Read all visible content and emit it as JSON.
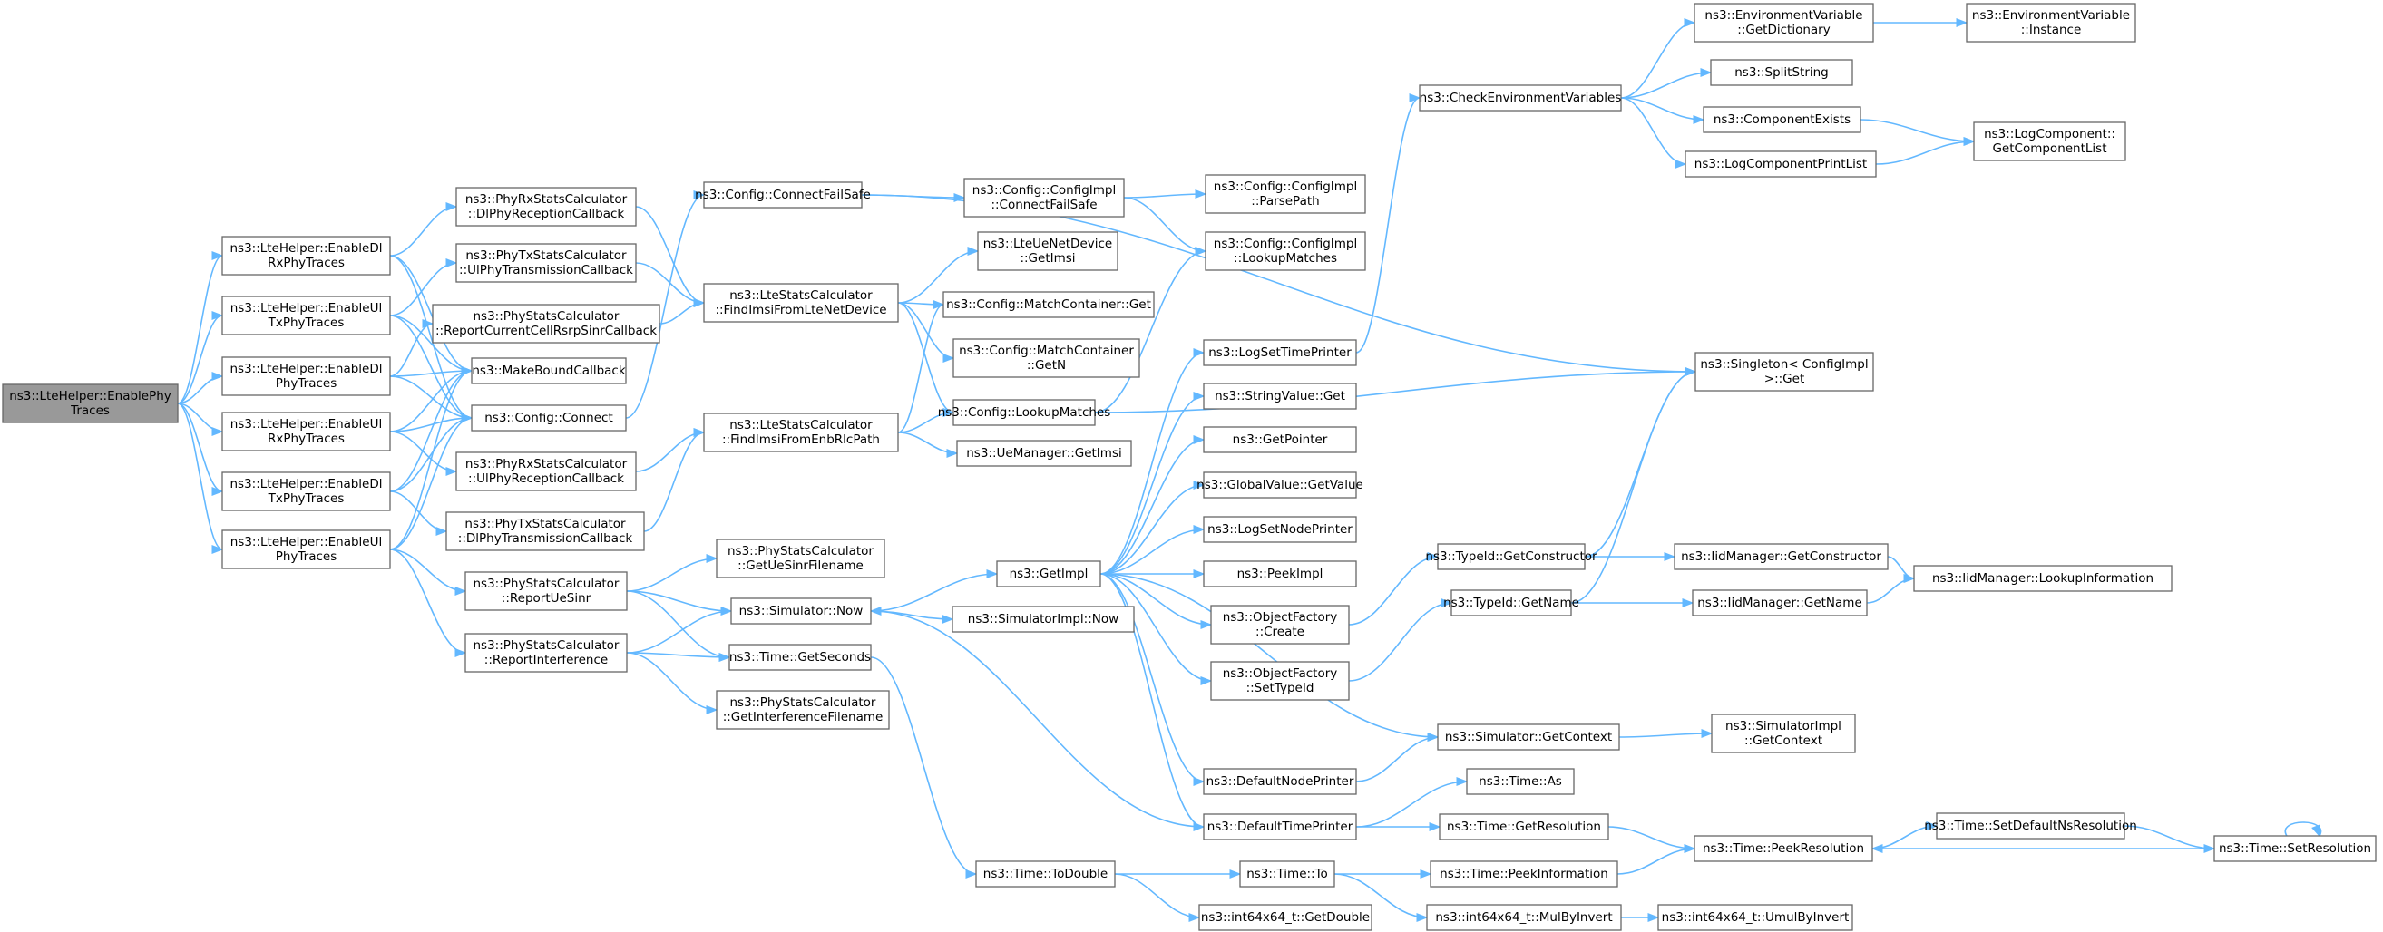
{
  "graph": {
    "nodes": [
      {
        "id": "n0",
        "lines": [
          "ns3::LteHelper::EnablePhy",
          "Traces"
        ],
        "root": true
      },
      {
        "id": "n1",
        "lines": [
          "ns3::LteHelper::EnableDl",
          "RxPhyTraces"
        ]
      },
      {
        "id": "n2",
        "lines": [
          "ns3::LteHelper::EnableUl",
          "TxPhyTraces"
        ]
      },
      {
        "id": "n3",
        "lines": [
          "ns3::LteHelper::EnableDl",
          "PhyTraces"
        ]
      },
      {
        "id": "n4",
        "lines": [
          "ns3::LteHelper::EnableUl",
          "RxPhyTraces"
        ]
      },
      {
        "id": "n5",
        "lines": [
          "ns3::LteHelper::EnableDl",
          "TxPhyTraces"
        ]
      },
      {
        "id": "n6",
        "lines": [
          "ns3::LteHelper::EnableUl",
          "PhyTraces"
        ]
      },
      {
        "id": "n7",
        "lines": [
          "ns3::PhyRxStatsCalculator",
          "::DlPhyReceptionCallback"
        ]
      },
      {
        "id": "n8",
        "lines": [
          "ns3::PhyTxStatsCalculator",
          "::UlPhyTransmissionCallback"
        ]
      },
      {
        "id": "n9",
        "lines": [
          "ns3::PhyStatsCalculator",
          "::ReportCurrentCellRsrpSinrCallback"
        ]
      },
      {
        "id": "n10",
        "lines": [
          "ns3::MakeBoundCallback"
        ]
      },
      {
        "id": "n11",
        "lines": [
          "ns3::Config::Connect"
        ]
      },
      {
        "id": "n12",
        "lines": [
          "ns3::PhyRxStatsCalculator",
          "::UlPhyReceptionCallback"
        ]
      },
      {
        "id": "n13",
        "lines": [
          "ns3::PhyTxStatsCalculator",
          "::DlPhyTransmissionCallback"
        ]
      },
      {
        "id": "n14",
        "lines": [
          "ns3::PhyStatsCalculator",
          "::ReportUeSinr"
        ]
      },
      {
        "id": "n15",
        "lines": [
          "ns3::PhyStatsCalculator",
          "::ReportInterference"
        ]
      },
      {
        "id": "n16",
        "lines": [
          "ns3::Config::ConnectFailSafe"
        ]
      },
      {
        "id": "n17",
        "lines": [
          "ns3::LteStatsCalculator",
          "::FindImsiFromLteNetDevice"
        ]
      },
      {
        "id": "n18",
        "lines": [
          "ns3::LteStatsCalculator",
          "::FindImsiFromEnbRlcPath"
        ]
      },
      {
        "id": "n19",
        "lines": [
          "ns3::PhyStatsCalculator",
          "::GetUeSinrFilename"
        ]
      },
      {
        "id": "n20",
        "lines": [
          "ns3::Simulator::Now"
        ]
      },
      {
        "id": "n21",
        "lines": [
          "ns3::Time::GetSeconds"
        ]
      },
      {
        "id": "n22",
        "lines": [
          "ns3::PhyStatsCalculator",
          "::GetInterferenceFilename"
        ]
      },
      {
        "id": "n23",
        "lines": [
          "ns3::Config::ConfigImpl",
          "::ConnectFailSafe"
        ]
      },
      {
        "id": "n24",
        "lines": [
          "ns3::LteUeNetDevice",
          "::GetImsi"
        ]
      },
      {
        "id": "n25",
        "lines": [
          "ns3::Config::MatchContainer::Get"
        ]
      },
      {
        "id": "n26",
        "lines": [
          "ns3::Config::MatchContainer",
          "::GetN"
        ]
      },
      {
        "id": "n27",
        "lines": [
          "ns3::Config::LookupMatches"
        ]
      },
      {
        "id": "n28",
        "lines": [
          "ns3::UeManager::GetImsi"
        ]
      },
      {
        "id": "n29",
        "lines": [
          "ns3::GetImpl"
        ]
      },
      {
        "id": "n30",
        "lines": [
          "ns3::SimulatorImpl::Now"
        ]
      },
      {
        "id": "n31",
        "lines": [
          "ns3::Time::ToDouble"
        ]
      },
      {
        "id": "n32",
        "lines": [
          "ns3::Config::ConfigImpl",
          "::ParsePath"
        ]
      },
      {
        "id": "n33",
        "lines": [
          "ns3::Config::ConfigImpl",
          "::LookupMatches"
        ]
      },
      {
        "id": "n34",
        "lines": [
          "ns3::LogSetTimePrinter"
        ]
      },
      {
        "id": "n35",
        "lines": [
          "ns3::StringValue::Get"
        ]
      },
      {
        "id": "n36",
        "lines": [
          "ns3::GetPointer"
        ]
      },
      {
        "id": "n37",
        "lines": [
          "ns3::GlobalValue::GetValue"
        ]
      },
      {
        "id": "n38",
        "lines": [
          "ns3::LogSetNodePrinter"
        ]
      },
      {
        "id": "n39",
        "lines": [
          "ns3::PeekImpl"
        ]
      },
      {
        "id": "n40",
        "lines": [
          "ns3::ObjectFactory",
          "::Create"
        ]
      },
      {
        "id": "n41",
        "lines": [
          "ns3::ObjectFactory",
          "::SetTypeId"
        ]
      },
      {
        "id": "n42",
        "lines": [
          "ns3::DefaultNodePrinter"
        ]
      },
      {
        "id": "n43",
        "lines": [
          "ns3::DefaultTimePrinter"
        ]
      },
      {
        "id": "n44",
        "lines": [
          "ns3::Time::To"
        ]
      },
      {
        "id": "n45",
        "lines": [
          "ns3::int64x64_t::GetDouble"
        ]
      },
      {
        "id": "n46",
        "lines": [
          "ns3::CheckEnvironmentVariables"
        ]
      },
      {
        "id": "n47",
        "lines": [
          "ns3::TypeId::GetConstructor"
        ]
      },
      {
        "id": "n48",
        "lines": [
          "ns3::TypeId::GetName"
        ]
      },
      {
        "id": "n49",
        "lines": [
          "ns3::Simulator::GetContext"
        ]
      },
      {
        "id": "n50",
        "lines": [
          "ns3::Time::As"
        ]
      },
      {
        "id": "n51",
        "lines": [
          "ns3::Time::GetResolution"
        ]
      },
      {
        "id": "n52",
        "lines": [
          "ns3::Time::PeekInformation"
        ]
      },
      {
        "id": "n53",
        "lines": [
          "ns3::int64x64_t::MulByInvert"
        ]
      },
      {
        "id": "n54",
        "lines": [
          "ns3::EnvironmentVariable",
          "::GetDictionary"
        ]
      },
      {
        "id": "n55",
        "lines": [
          "ns3::SplitString"
        ]
      },
      {
        "id": "n56",
        "lines": [
          "ns3::ComponentExists"
        ]
      },
      {
        "id": "n57",
        "lines": [
          "ns3::LogComponentPrintList"
        ]
      },
      {
        "id": "n58",
        "lines": [
          "ns3::Singleton< ConfigImpl",
          ">::Get"
        ]
      },
      {
        "id": "n59",
        "lines": [
          "ns3::IidManager::GetConstructor"
        ]
      },
      {
        "id": "n60",
        "lines": [
          "ns3::IidManager::GetName"
        ]
      },
      {
        "id": "n61",
        "lines": [
          "ns3::SimulatorImpl",
          "::GetContext"
        ]
      },
      {
        "id": "n62",
        "lines": [
          "ns3::Time::PeekResolution"
        ]
      },
      {
        "id": "n63",
        "lines": [
          "ns3::int64x64_t::UmulByInvert"
        ]
      },
      {
        "id": "n64",
        "lines": [
          "ns3::EnvironmentVariable",
          "::Instance"
        ]
      },
      {
        "id": "n65",
        "lines": [
          "ns3::LogComponent::",
          "GetComponentList"
        ]
      },
      {
        "id": "n66",
        "lines": [
          "ns3::IidManager::LookupInformation"
        ]
      },
      {
        "id": "n67",
        "lines": [
          "ns3::Time::SetDefaultNsResolution"
        ]
      },
      {
        "id": "n68",
        "lines": [
          "ns3::Time::SetResolution"
        ]
      }
    ],
    "edges": [
      [
        "n0",
        "n1"
      ],
      [
        "n0",
        "n2"
      ],
      [
        "n0",
        "n3"
      ],
      [
        "n0",
        "n4"
      ],
      [
        "n0",
        "n5"
      ],
      [
        "n0",
        "n6"
      ],
      [
        "n1",
        "n7"
      ],
      [
        "n1",
        "n10"
      ],
      [
        "n1",
        "n11"
      ],
      [
        "n2",
        "n8"
      ],
      [
        "n2",
        "n10"
      ],
      [
        "n2",
        "n11"
      ],
      [
        "n3",
        "n9"
      ],
      [
        "n3",
        "n10"
      ],
      [
        "n3",
        "n11"
      ],
      [
        "n4",
        "n12"
      ],
      [
        "n4",
        "n10"
      ],
      [
        "n4",
        "n11"
      ],
      [
        "n5",
        "n13"
      ],
      [
        "n5",
        "n10"
      ],
      [
        "n5",
        "n11"
      ],
      [
        "n6",
        "n10"
      ],
      [
        "n6",
        "n11"
      ],
      [
        "n6",
        "n14"
      ],
      [
        "n6",
        "n15"
      ],
      [
        "n7",
        "n17"
      ],
      [
        "n8",
        "n17"
      ],
      [
        "n9",
        "n17"
      ],
      [
        "n11",
        "n16"
      ],
      [
        "n12",
        "n18"
      ],
      [
        "n13",
        "n18"
      ],
      [
        "n14",
        "n19"
      ],
      [
        "n14",
        "n20"
      ],
      [
        "n14",
        "n21"
      ],
      [
        "n15",
        "n20"
      ],
      [
        "n15",
        "n21"
      ],
      [
        "n15",
        "n22"
      ],
      [
        "n16",
        "n23"
      ],
      [
        "n16",
        "n58"
      ],
      [
        "n17",
        "n24"
      ],
      [
        "n17",
        "n25"
      ],
      [
        "n17",
        "n26"
      ],
      [
        "n17",
        "n27"
      ],
      [
        "n18",
        "n25"
      ],
      [
        "n18",
        "n27"
      ],
      [
        "n18",
        "n28"
      ],
      [
        "n20",
        "n29"
      ],
      [
        "n20",
        "n30"
      ],
      [
        "n21",
        "n31"
      ],
      [
        "n23",
        "n32"
      ],
      [
        "n23",
        "n33"
      ],
      [
        "n27",
        "n33"
      ],
      [
        "n27",
        "n58"
      ],
      [
        "n29",
        "n34"
      ],
      [
        "n29",
        "n35"
      ],
      [
        "n29",
        "n36"
      ],
      [
        "n29",
        "n37"
      ],
      [
        "n29",
        "n38"
      ],
      [
        "n29",
        "n39"
      ],
      [
        "n29",
        "n40"
      ],
      [
        "n29",
        "n41"
      ],
      [
        "n29",
        "n42"
      ],
      [
        "n29",
        "n43"
      ],
      [
        "n29",
        "n49"
      ],
      [
        "n31",
        "n44"
      ],
      [
        "n31",
        "n45"
      ],
      [
        "n34",
        "n46"
      ],
      [
        "n40",
        "n47"
      ],
      [
        "n41",
        "n48"
      ],
      [
        "n42",
        "n49"
      ],
      [
        "n43",
        "n20"
      ],
      [
        "n43",
        "n50"
      ],
      [
        "n43",
        "n51"
      ],
      [
        "n44",
        "n52"
      ],
      [
        "n44",
        "n53"
      ],
      [
        "n46",
        "n54"
      ],
      [
        "n46",
        "n55"
      ],
      [
        "n46",
        "n56"
      ],
      [
        "n46",
        "n57"
      ],
      [
        "n47",
        "n58"
      ],
      [
        "n47",
        "n59"
      ],
      [
        "n48",
        "n58"
      ],
      [
        "n48",
        "n60"
      ],
      [
        "n49",
        "n61"
      ],
      [
        "n51",
        "n62"
      ],
      [
        "n52",
        "n62"
      ],
      [
        "n53",
        "n63"
      ],
      [
        "n54",
        "n64"
      ],
      [
        "n56",
        "n65"
      ],
      [
        "n57",
        "n65"
      ],
      [
        "n59",
        "n66"
      ],
      [
        "n60",
        "n66"
      ],
      [
        "n62",
        "n67"
      ],
      [
        "n67",
        "n68"
      ],
      [
        "n68",
        "n62"
      ],
      [
        "n68",
        "n68"
      ]
    ]
  }
}
